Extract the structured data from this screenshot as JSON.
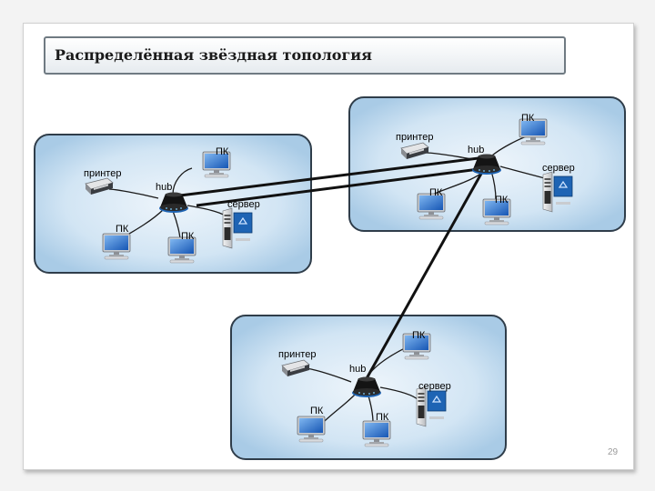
{
  "title": "Распределённая звёздная топология",
  "page_number": "29",
  "labels": {
    "pc": "ПК",
    "printer": "принтер",
    "hub": "hub",
    "server": "сервер"
  },
  "colors": {
    "segment_fill_center": "#eef5fb",
    "segment_fill_edge": "#a9cbe6",
    "segment_border": "#2f3d4a",
    "link_line": "#111111",
    "monitor_screen": "#1e6fd0",
    "title_border": "#6f7a82"
  },
  "icons": [
    "pc-icon",
    "printer-icon",
    "hub-icon",
    "server-icon"
  ]
}
